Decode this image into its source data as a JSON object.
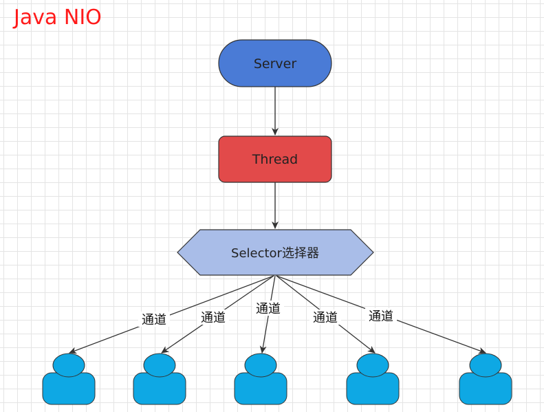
{
  "title": "Java NIO",
  "colors": {
    "title": "#ff1a1a",
    "server_fill": "#4a7bd6",
    "thread_fill": "#e24a4a",
    "selector_fill": "#a9bde8",
    "client_fill": "#0ea8e4",
    "stroke": "#333333"
  },
  "nodes": {
    "server": "Server",
    "thread": "Thread",
    "selector": "Selector选择器"
  },
  "channels": [
    {
      "label": "通道"
    },
    {
      "label": "通道"
    },
    {
      "label": "通道"
    },
    {
      "label": "通道"
    },
    {
      "label": "通道"
    }
  ],
  "clients": [
    {
      "icon": "user-icon"
    },
    {
      "icon": "user-icon"
    },
    {
      "icon": "user-icon"
    },
    {
      "icon": "user-icon"
    },
    {
      "icon": "user-icon"
    }
  ]
}
